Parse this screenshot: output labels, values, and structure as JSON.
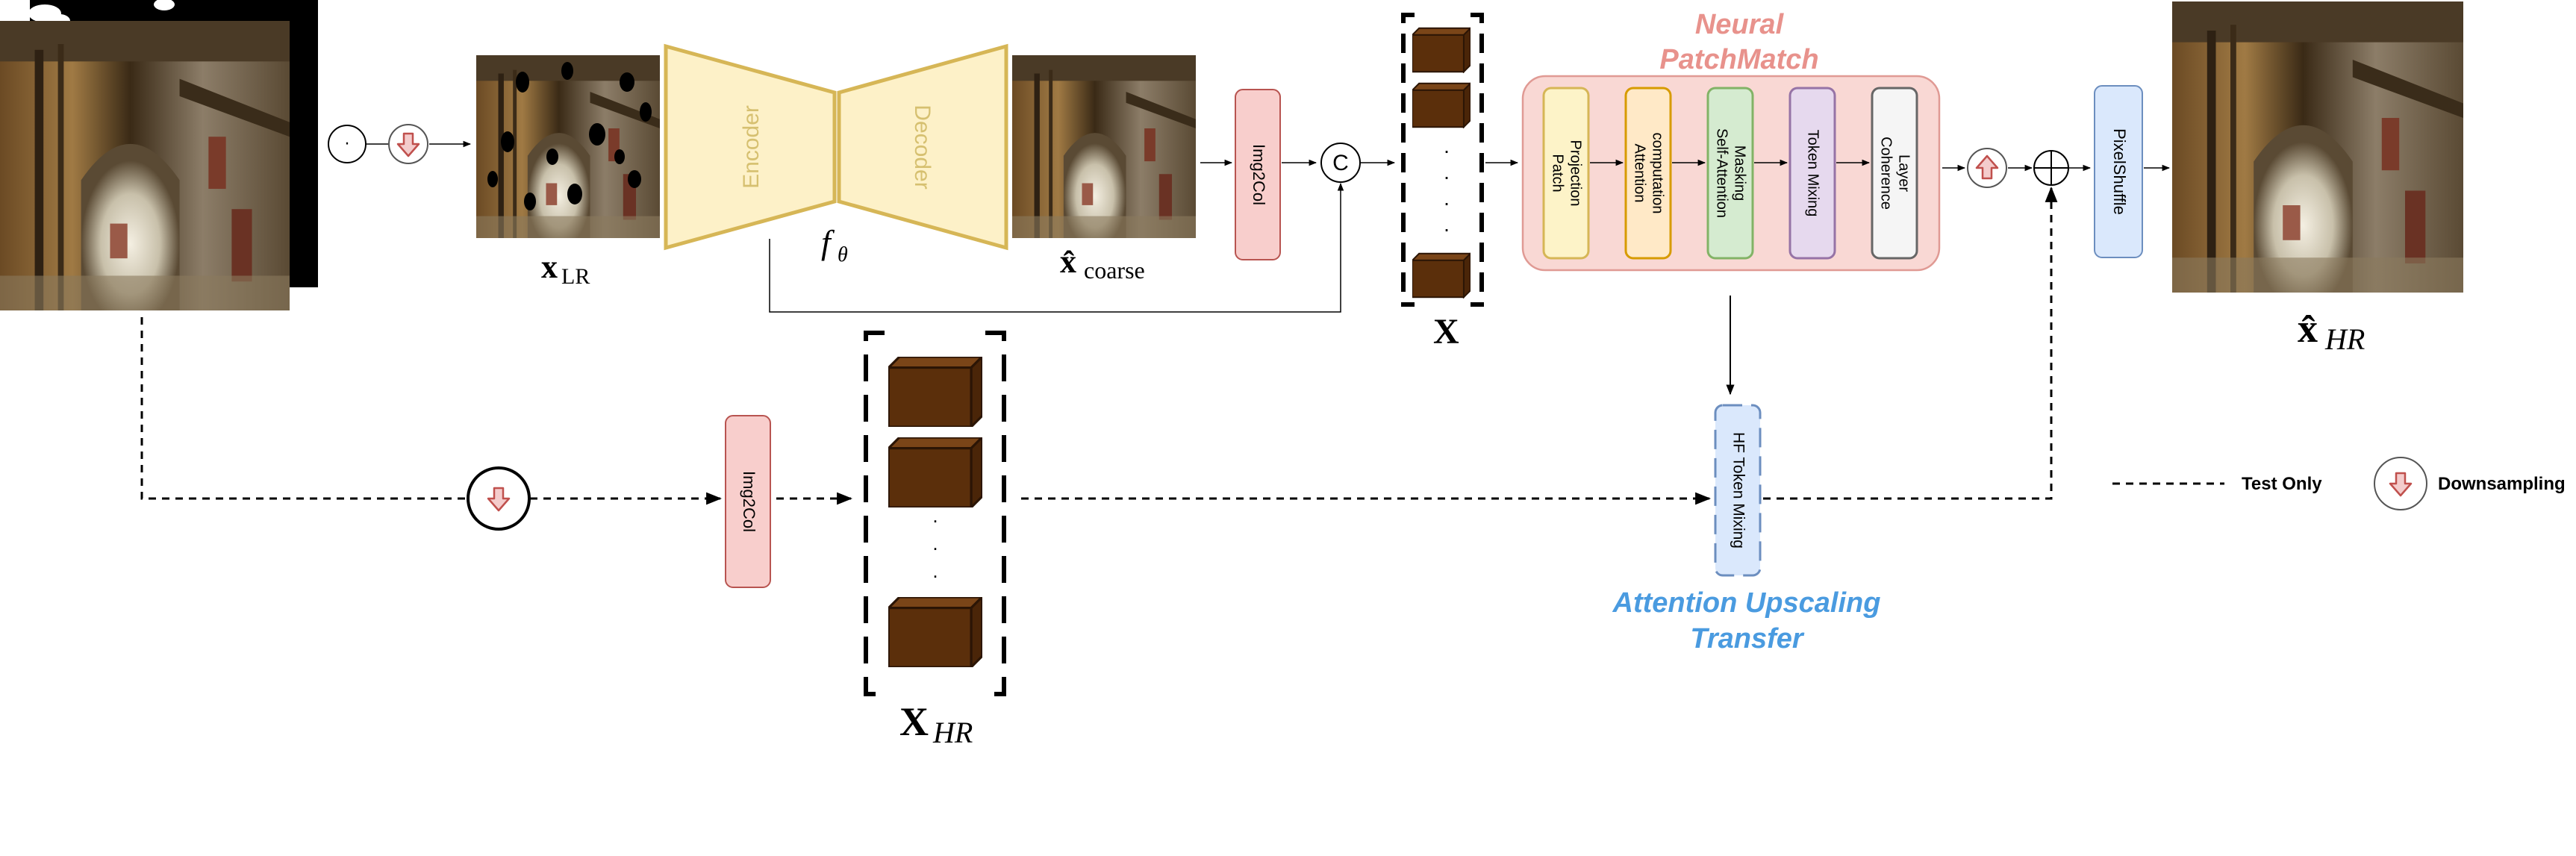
{
  "encoder": {
    "encoder_label": "Encoder",
    "decoder_label": "Decoder",
    "network_label": "f",
    "network_sub": "θ"
  },
  "inputs": {
    "lr_label": "x",
    "lr_sub": "LR",
    "coarse_label": "x̂",
    "coarse_sub": "coarse"
  },
  "operations": {
    "hadamard_symbol": "⊙",
    "concat_symbol": "C",
    "img2col_top": "Img2Col",
    "img2col_bottom": "Img2Col",
    "pixelshuffle": "PixelShuffle"
  },
  "tokens": {
    "X_label": "X",
    "X_hr_label": "X",
    "X_hr_sub": "HR",
    "dots": ". . ."
  },
  "patchmatch": {
    "title_line1": "Neural",
    "title_line2": "PatchMatch",
    "title_color": "#e8928c",
    "blocks": [
      {
        "label": "Patch Projection",
        "fill": "#fdf3c8",
        "stroke": "#d6b656"
      },
      {
        "label": "Attention computation",
        "fill": "#ffe9c7",
        "stroke": "#d79b00"
      },
      {
        "label": "Self-Attention Masking",
        "fill": "#d5ebd0",
        "stroke": "#82b366"
      },
      {
        "label": "Token Mixing",
        "fill": "#e6d9ee",
        "stroke": "#9673a6"
      },
      {
        "label": "Coherence Layer",
        "fill": "#f5f5f5",
        "stroke": "#666666"
      }
    ]
  },
  "transfer": {
    "block_label": "HF Token Mixing",
    "title_line1": "Attention Upscaling",
    "title_line2": "Transfer",
    "title_color": "#4a9be0"
  },
  "output": {
    "label": "x̂",
    "sub": "HR"
  },
  "legend": {
    "test_only": "Test Only",
    "downsampling": "Downsampling"
  },
  "colors": {
    "token_cube": "#5b2f0b",
    "img2col_fill": "#f8cecc",
    "img2col_stroke": "#b85450",
    "pixelshuffle_fill": "#dae8fc",
    "pixelshuffle_stroke": "#6c8ebf",
    "encoder_fill": "#fdf1c8",
    "encoder_stroke": "#d6b656",
    "arrow_red": "#e06666"
  }
}
